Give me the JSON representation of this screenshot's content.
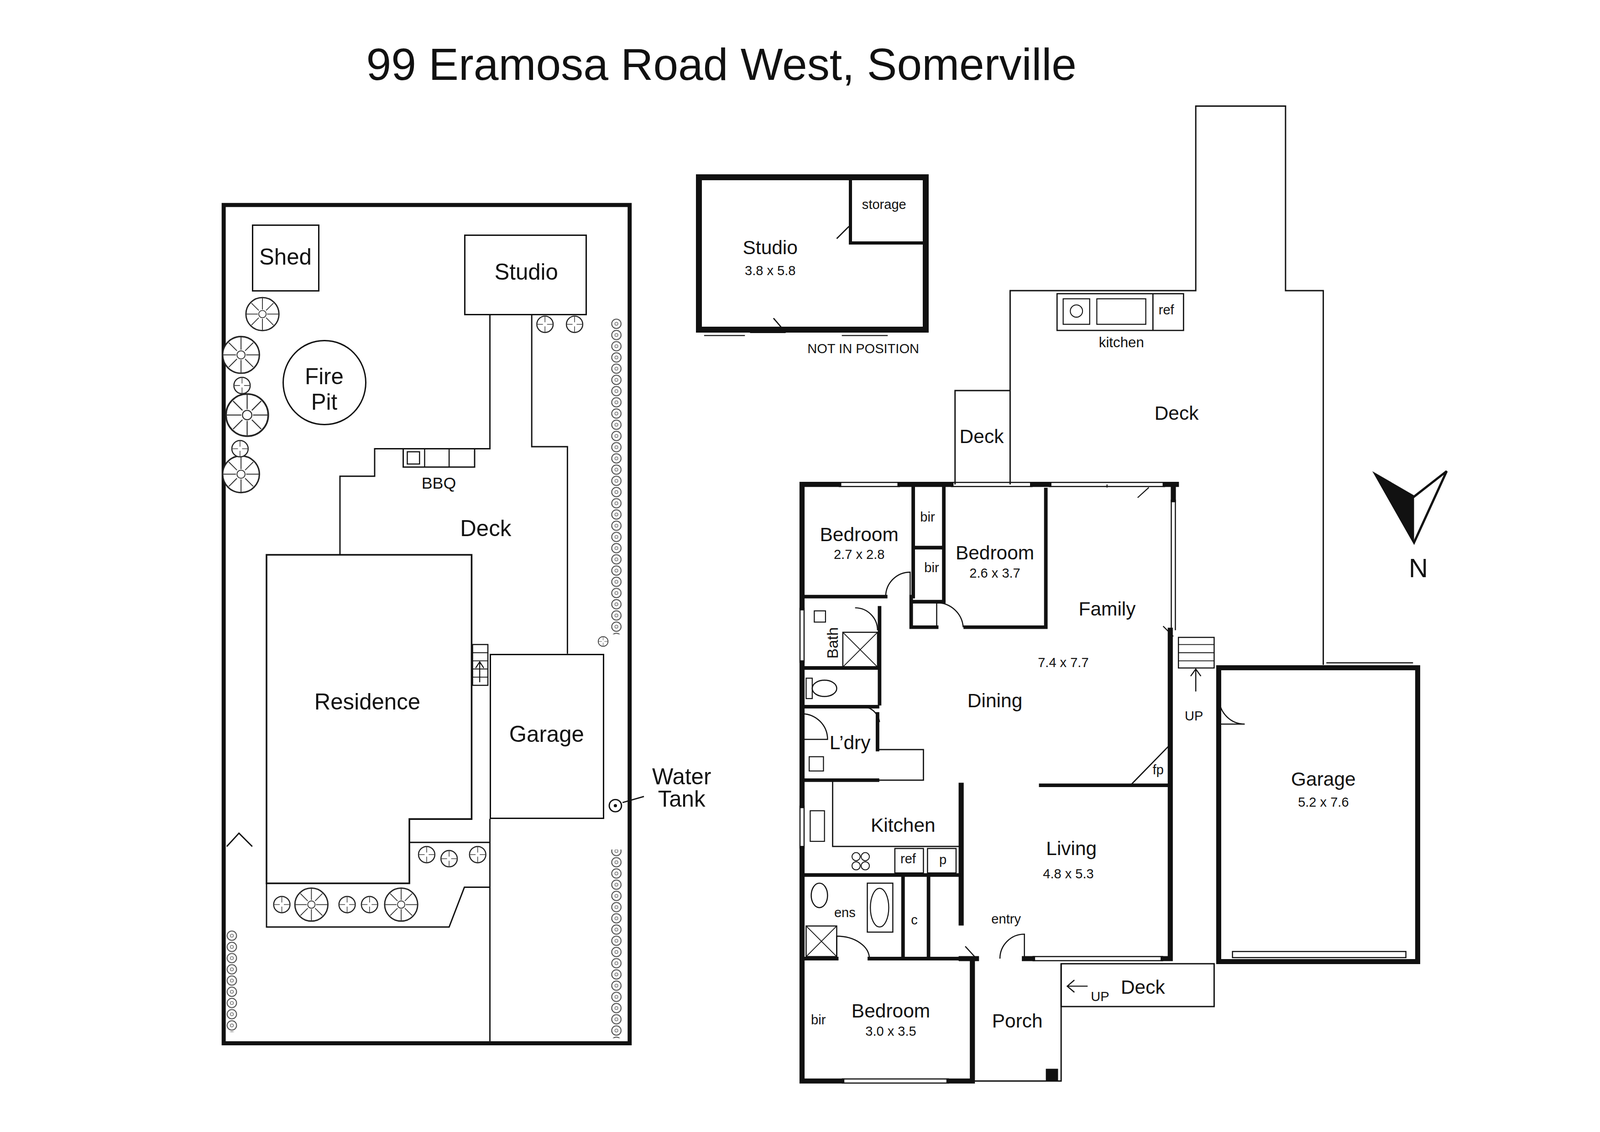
{
  "diagram": {
    "title": "99 Eramosa Road West, Somerville",
    "nodes": [
      {
        "text": [
          "Shed"
        ]
      },
      {
        "text": [
          "Studio"
        ]
      },
      {
        "text": [
          "Fire Pit"
        ]
      },
      {
        "text": [
          "Residence"
        ]
      },
      {
        "text": [
          "Garage"
        ]
      },
      {
        "text": [
          "Studio",
          "3.8 x 5.8"
        ]
      },
      {
        "text": [
          "storage"
        ],
        "in": 5
      },
      {
        "text": [
          "Garage",
          "5.2 x 7.6"
        ]
      }
    ],
    "labels": [
      "Deck",
      "BBQ",
      "Water Tank",
      "NOT IN POSITION",
      "kitchen",
      "ref",
      "Deck",
      "Deck",
      "Bedroom",
      "2.7 x 2.8",
      "bir",
      "bir",
      "Bedroom",
      "2.6 x 3.7",
      "Family",
      "7.4 x 7.7",
      "Bath",
      "Dining",
      "L’dry",
      "fp",
      "UP",
      "Kitchen",
      "ref",
      "p",
      "Living",
      "4.8 x 5.3",
      "ens",
      "c",
      "entry",
      "bir",
      "Bedroom",
      "3.0 x 3.5",
      "Porch",
      "UP",
      "Deck",
      "N"
    ]
  }
}
